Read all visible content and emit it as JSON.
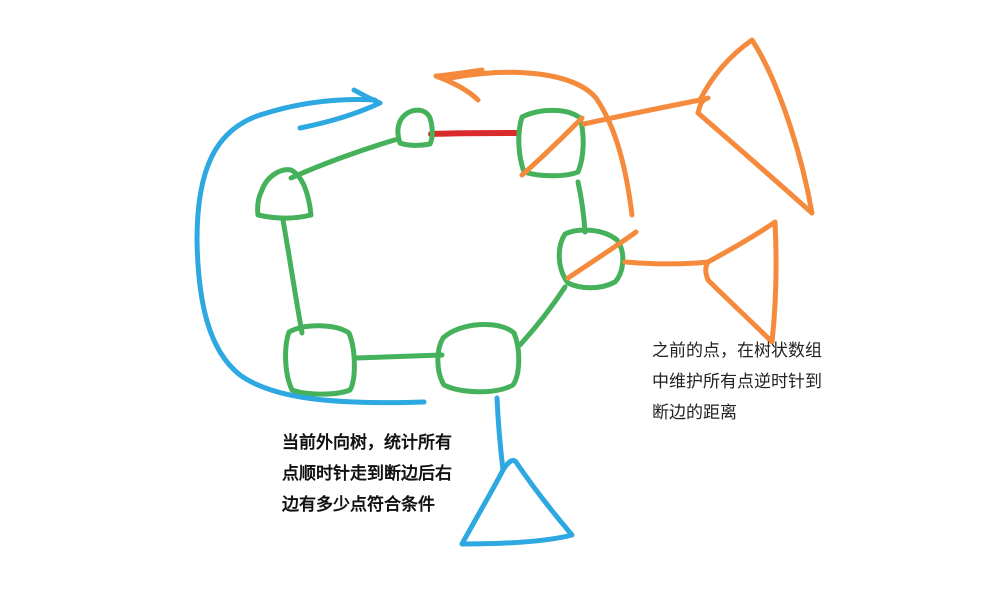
{
  "colors": {
    "cycle": "#45b15a",
    "cut_edge": "#d92b2b",
    "orange": "#f58a3c",
    "blue": "#2ea8e0",
    "text": "#222222",
    "background": "#ffffff"
  },
  "annotations": {
    "right_note": {
      "lines": [
        "之前的点，在树状数组",
        "中维护所有点逆时针到",
        "断边的距离"
      ]
    },
    "bottom_note": {
      "lines": [
        "当前外向树，统计所有",
        "点顺时针走到断边后右",
        "边有多少点符合条件"
      ]
    }
  }
}
